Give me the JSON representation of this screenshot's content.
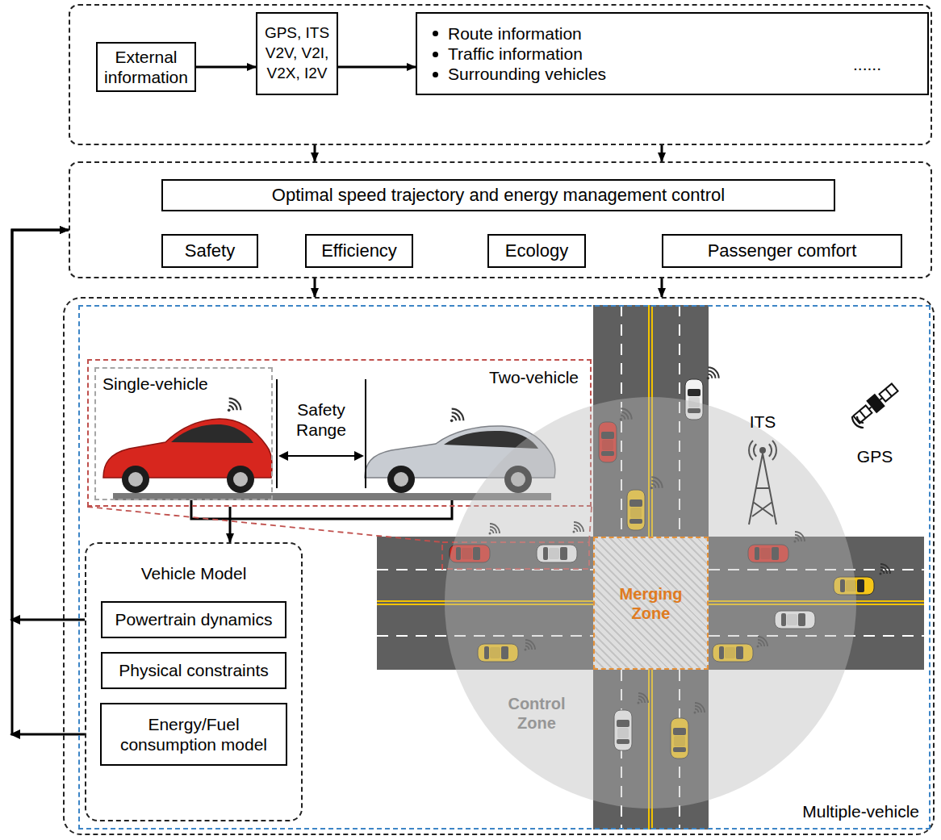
{
  "diagram": {
    "nodes": [
      {
        "text": []
      },
      {
        "text": [
          "External information"
        ],
        "in": 0
      },
      {
        "text": [
          "GPS, ITS V2V, V2I, V2X, I2V"
        ],
        "in": 0
      },
      {
        "text": [
          "Route information",
          "Traffic information",
          "Surrounding vehicles",
          "......"
        ],
        "in": 0
      },
      {
        "text": []
      },
      {
        "text": [
          "Optimal speed trajectory and energy management control"
        ],
        "in": 4
      },
      {
        "text": [
          "Safety"
        ],
        "in": 4
      },
      {
        "text": [
          "Efficiency"
        ],
        "in": 4
      },
      {
        "text": [
          "Ecology"
        ],
        "in": 4
      },
      {
        "text": [
          "Passenger comfort"
        ],
        "in": 4
      },
      {
        "text": []
      },
      {
        "text": [
          "Multiple-vehicle"
        ],
        "in": 10
      },
      {
        "text": [
          "Two-vehicle"
        ],
        "in": 11
      },
      {
        "text": [
          "Single-vehicle"
        ],
        "in": 12
      },
      {
        "text": [
          "Vehicle Model"
        ],
        "in": 11
      },
      {
        "text": [
          "Powertrain dynamics"
        ],
        "in": 14
      },
      {
        "text": [
          "Physical constraints"
        ],
        "in": 14
      },
      {
        "text": [
          "Energy/Fuel consumption model"
        ],
        "in": 14
      },
      {
        "text": [
          "Control Zone"
        ],
        "in": 11
      },
      {
        "text": [
          "Merging Zone"
        ],
        "in": 18
      }
    ],
    "edges": [
      {
        "from": 1,
        "to": 2,
        "arrow": "to"
      },
      {
        "from": 2,
        "to": 3,
        "arrow": "to"
      },
      {
        "from": 0,
        "to": 4,
        "arrow": "to"
      },
      {
        "from": 0,
        "to": 4,
        "arrow": "to"
      },
      {
        "from": 4,
        "to": 10,
        "arrow": "to"
      },
      {
        "from": 4,
        "to": 10,
        "arrow": "to"
      },
      {
        "from": 12,
        "to": 14,
        "arrow": "to"
      },
      {
        "from": 14,
        "to": 4,
        "arrow": "to"
      },
      {
        "from": 14,
        "to": 4,
        "arrow": "to"
      }
    ],
    "labels": [
      "Safety Range",
      "ITS",
      "GPS"
    ]
  }
}
